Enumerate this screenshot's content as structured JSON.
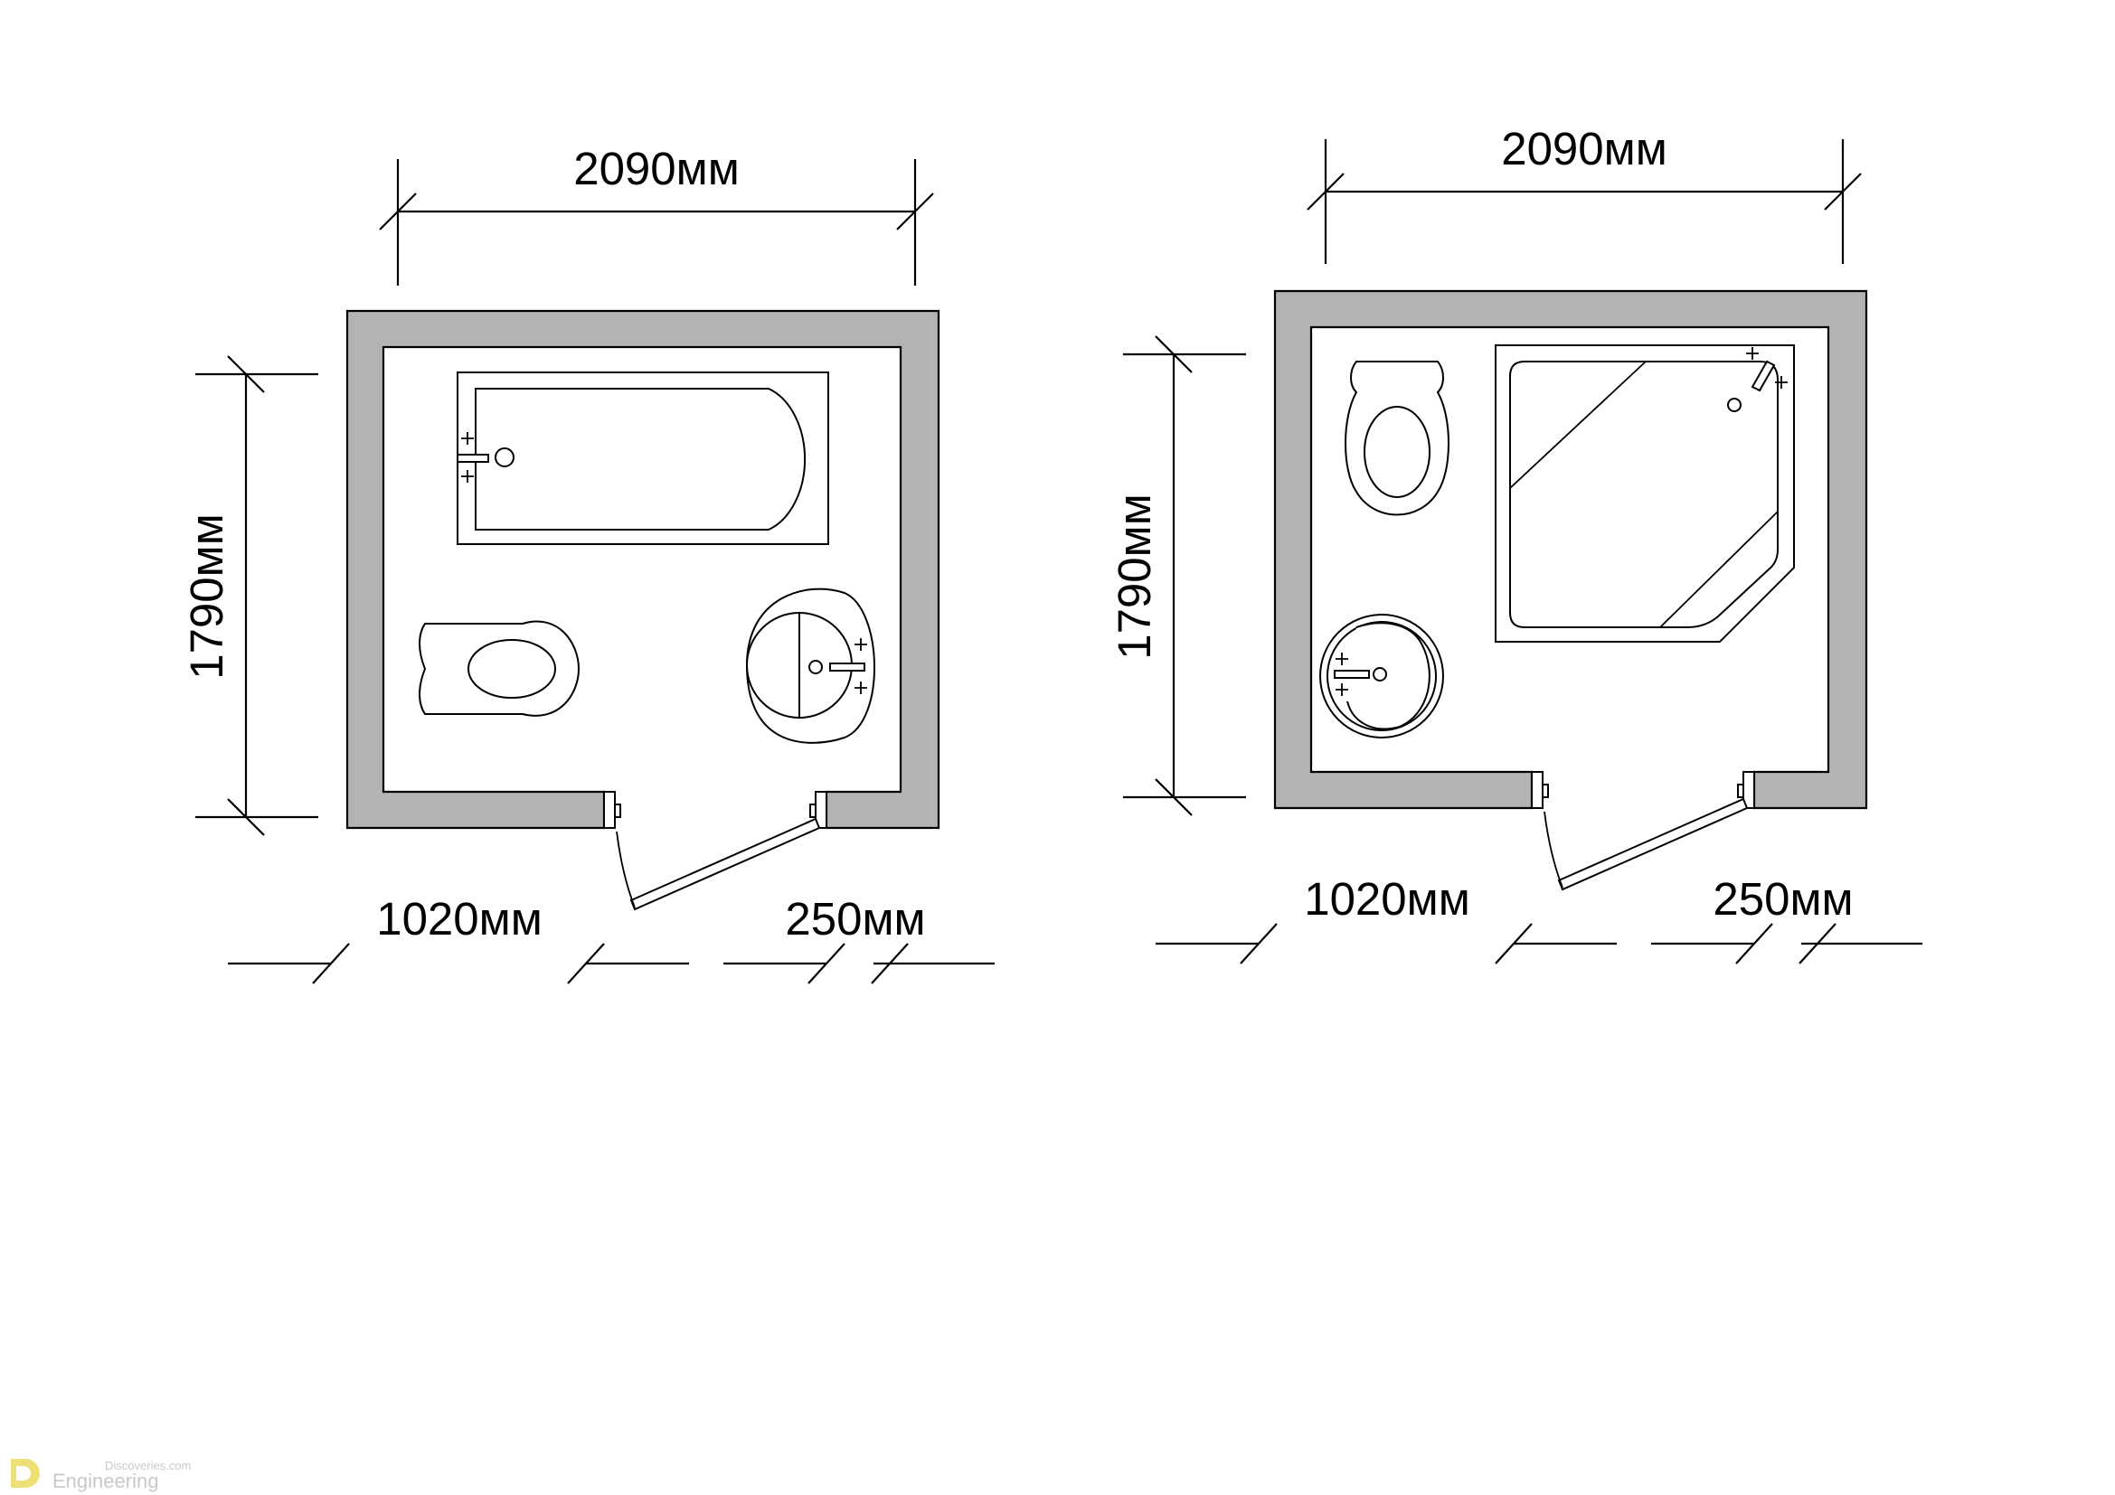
{
  "plans": [
    {
      "id": "bathtub",
      "width_label": "2090мм",
      "height_label": "1790мм",
      "left_label": "1020мм",
      "right_label": "250мм"
    },
    {
      "id": "shower",
      "width_label": "2090мм",
      "height_label": "1790мм",
      "left_label": "1020мм",
      "right_label": "250мм"
    }
  ],
  "watermark": {
    "small": "Discoveries.com",
    "big": "Engineering"
  },
  "colors": {
    "wall_fill": "#b3b3b3",
    "line": "#000000",
    "watermark": "#c9c9c9"
  }
}
